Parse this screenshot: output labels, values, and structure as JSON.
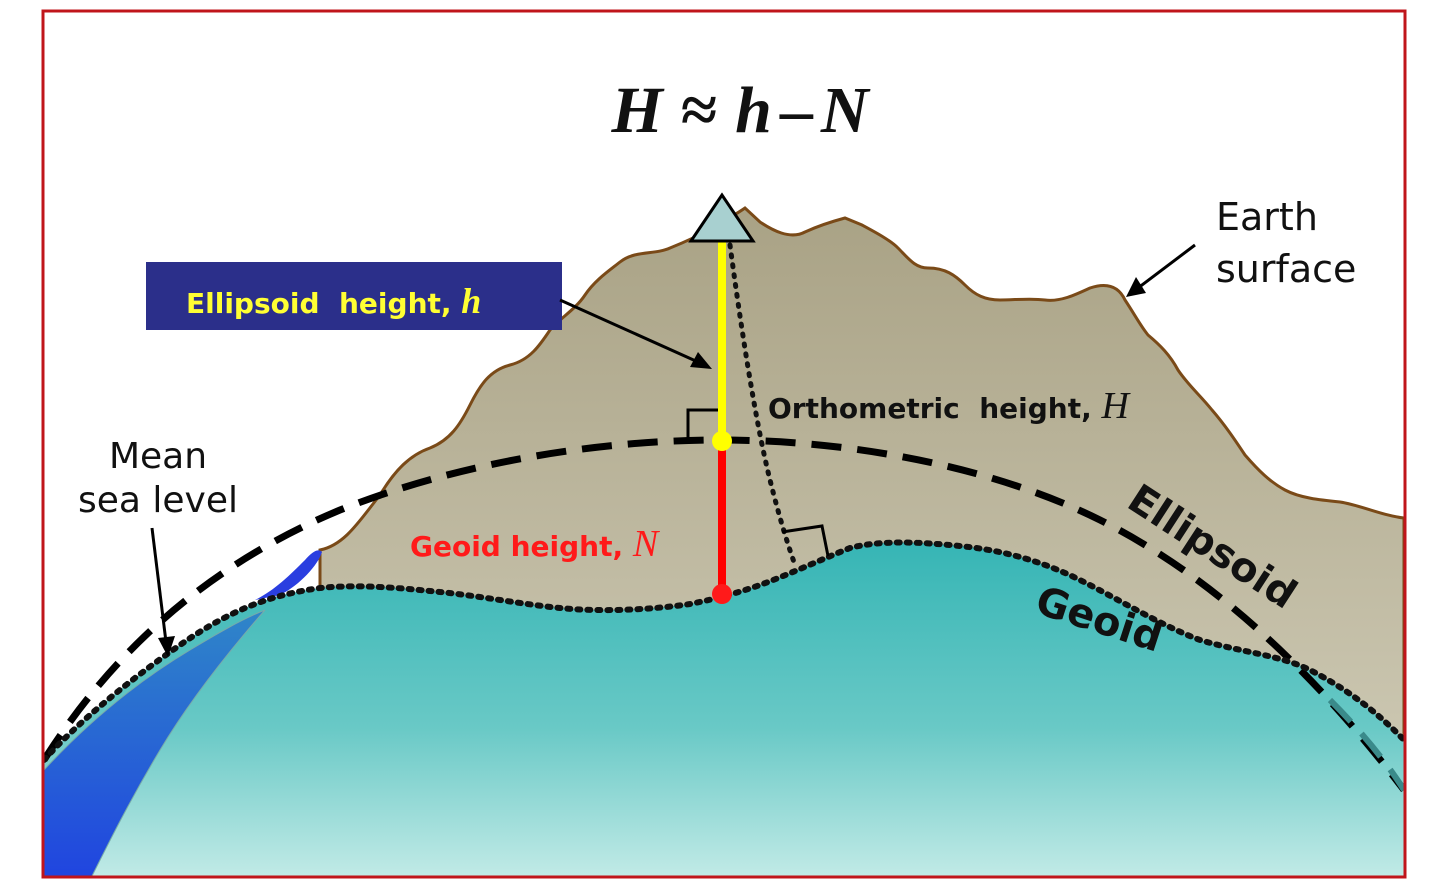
{
  "formula": {
    "lhs": "H",
    "approx": "≈",
    "h": "h",
    "minus": "–",
    "n": "N"
  },
  "labels": {
    "ellipsoid_height_text": "Ellipsoid  height, ",
    "ellipsoid_height_symbol": "h",
    "orthometric_height_text": "Orthometric  height, ",
    "orthometric_height_symbol": "H",
    "geoid_height_text": "Geoid height, ",
    "geoid_height_symbol": "N",
    "earth_surface_line1": "Earth",
    "earth_surface_line2": "surface",
    "mean_sea_level_line1": "Mean",
    "mean_sea_level_line2": "sea level",
    "ellipsoid": "Ellipsoid",
    "geoid": "Geoid"
  },
  "icons": {
    "station": "triangle-station-icon"
  },
  "colors": {
    "frame": "#c0151b",
    "terrain_fill": "#b4ad90",
    "terrain_outline": "#7a4a18",
    "ocean_top": "#3db8b8",
    "ocean_bottom": "#bfe9e6",
    "sea_blue": "#2346d8",
    "ellipsoid_height_line": "#ffff00",
    "geoid_height_line": "#ff0000",
    "label_box": "#2b2f8a",
    "label_box_text": "#ffff33",
    "geoid_height_label": "#ff1a1a",
    "station_fill": "#a8d0d0"
  }
}
